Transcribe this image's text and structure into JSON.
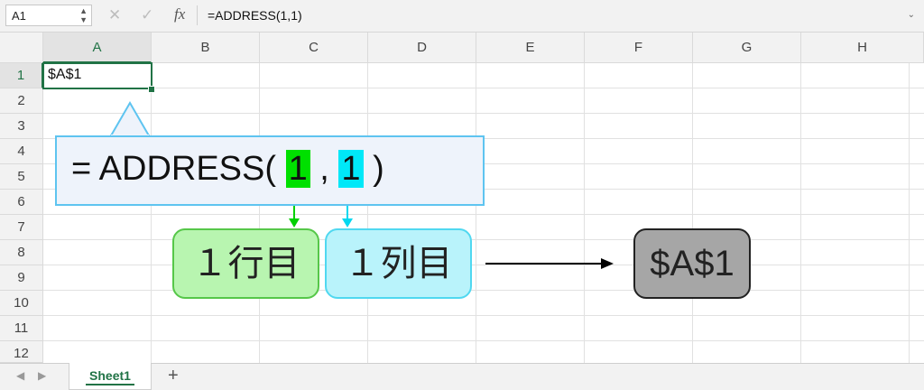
{
  "formula_bar": {
    "name_box": "A1",
    "cancel_icon": "✕",
    "enter_icon": "✓",
    "fx_label": "fx",
    "formula": "=ADDRESS(1,1)"
  },
  "columns": [
    "A",
    "B",
    "C",
    "D",
    "E",
    "F",
    "G",
    "H"
  ],
  "rows": [
    "1",
    "2",
    "3",
    "4",
    "5",
    "6",
    "7",
    "8",
    "9",
    "10",
    "11",
    "12"
  ],
  "cells": {
    "A1": "$A$1"
  },
  "illustration": {
    "callout": {
      "prefix": "= ADDRESS( ",
      "arg1": "1",
      "sep": " , ",
      "arg2": "1",
      "suffix": " )"
    },
    "row_box": "１行目",
    "col_box": "１列目",
    "result_box": "$A$1",
    "colors": {
      "row": "#00e000",
      "col": "#00e8f8",
      "result": "#a6a6a6"
    }
  },
  "tabs": {
    "sheets": [
      "Sheet1"
    ],
    "add_label": "+"
  }
}
